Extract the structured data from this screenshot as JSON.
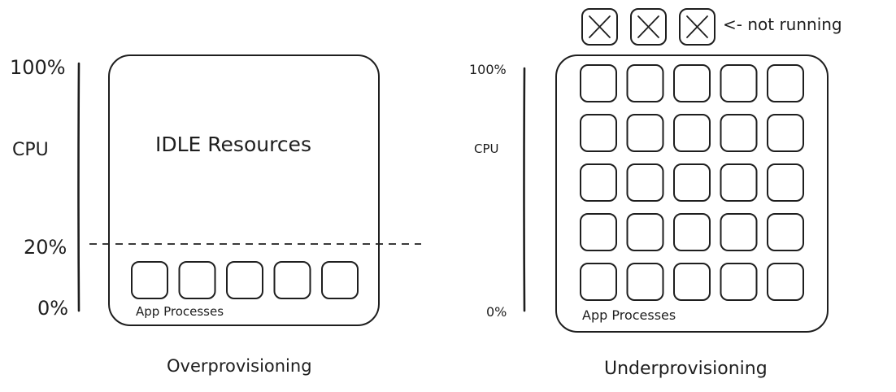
{
  "left_panel": {
    "axis_top": "100%",
    "axis_mid": "CPU",
    "axis_threshold": "20%",
    "axis_bottom": "0%",
    "box_title": "IDLE Resources",
    "processes_label": "App Processes",
    "caption": "Overprovisioning",
    "process_count": 5
  },
  "right_panel": {
    "axis_top": "100%",
    "axis_mid": "CPU",
    "axis_bottom": "0%",
    "processes_label": "App Processes",
    "caption": "Underprovisioning",
    "grid_rows": 5,
    "grid_cols": 5,
    "not_running_count": 3,
    "not_running_label": "<- not running"
  },
  "colors": {
    "stroke": "#1e1e1e",
    "background": "#ffffff"
  }
}
